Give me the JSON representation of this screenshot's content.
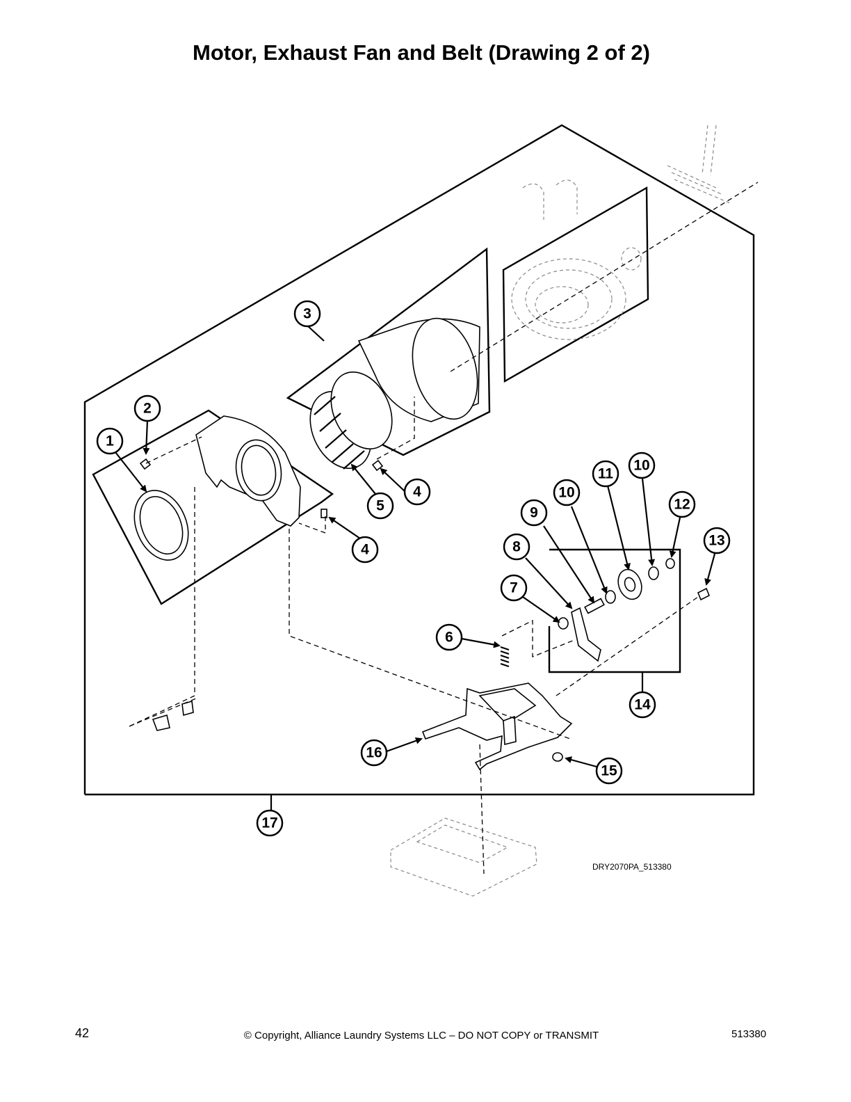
{
  "title": "Motor, Exhaust Fan and Belt (Drawing 2 of 2)",
  "drawing_id": "DRY2070PA_513380",
  "footer": {
    "page_number": "42",
    "copyright": "© Copyright, Alliance Laundry Systems LLC – DO NOT COPY or TRANSMIT",
    "doc_number": "513380"
  },
  "callouts": [
    "1",
    "2",
    "3",
    "4",
    "5",
    "4",
    "6",
    "7",
    "8",
    "9",
    "10",
    "11",
    "10",
    "12",
    "13",
    "14",
    "15",
    "16",
    "17"
  ]
}
